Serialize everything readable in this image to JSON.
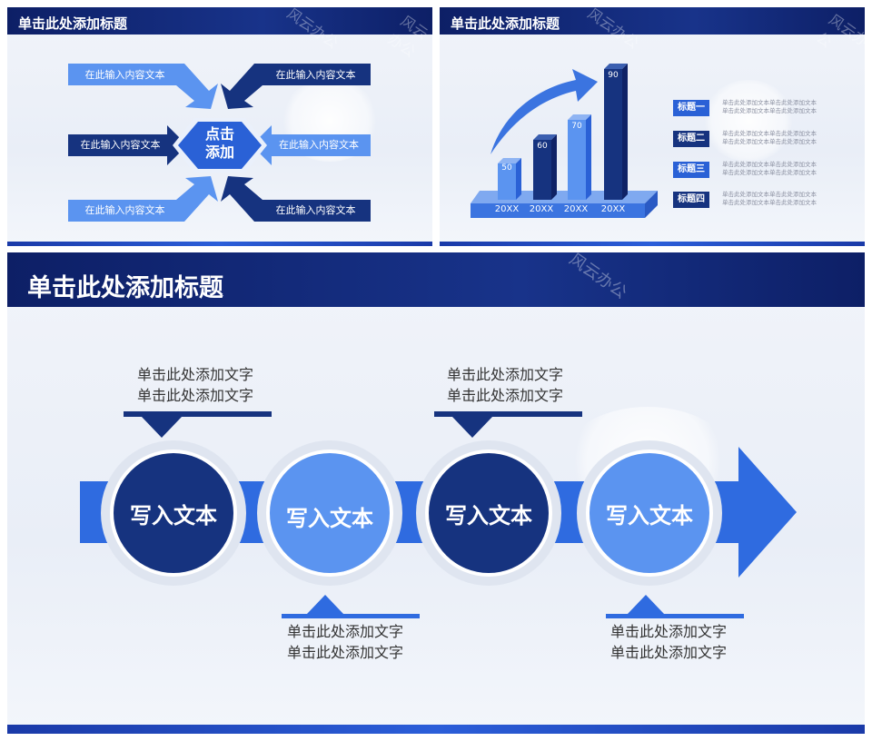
{
  "slide1": {
    "title": "单击此处添加标题",
    "center": [
      "点击",
      "添加"
    ],
    "arrows": [
      "在此输入内容文本",
      "在此输入内容文本",
      "在此输入内容文本",
      "在此输入内容文本",
      "在此输入内容文本",
      "在此输入内容文本"
    ]
  },
  "slide2": {
    "title": "单击此处添加标题",
    "bars": [
      {
        "label": "20XX",
        "value": "50"
      },
      {
        "label": "20XX",
        "value": "60"
      },
      {
        "label": "20XX",
        "value": "70"
      },
      {
        "label": "20XX",
        "value": "90"
      }
    ],
    "legend": [
      {
        "tag": "标题一",
        "line1": "单击此处添加文本单击此处添加文本",
        "line2": "单击此处添加文本单击此处添加文本"
      },
      {
        "tag": "标题二",
        "line1": "单击此处添加文本单击此处添加文本",
        "line2": "单击此处添加文本单击此处添加文本"
      },
      {
        "tag": "标题三",
        "line1": "单击此处添加文本单击此处添加文本",
        "line2": "单击此处添加文本单击此处添加文本"
      },
      {
        "tag": "标题四",
        "line1": "单击此处添加文本单击此处添加文本",
        "line2": "单击此处添加文本单击此处添加文本"
      }
    ]
  },
  "slide3": {
    "title": "单击此处添加标题",
    "circles": [
      "写入文本",
      "写入文本",
      "写入文本",
      "写入文本"
    ],
    "descriptions": [
      {
        "line1": "单击此处添加文字",
        "line2": "单击此处添加文字"
      },
      {
        "line1": "单击此处添加文字",
        "line2": "单击此处添加文字"
      },
      {
        "line1": "单击此处添加文字",
        "line2": "单击此处添加文字"
      },
      {
        "line1": "单击此处添加文字",
        "line2": "单击此处添加文字"
      }
    ]
  },
  "watermark": "风云办公",
  "colors": {
    "dark_navy": "#16337f",
    "mid_blue": "#2a61d6",
    "light_blue": "#5b94f0",
    "header": "#0f2369"
  }
}
